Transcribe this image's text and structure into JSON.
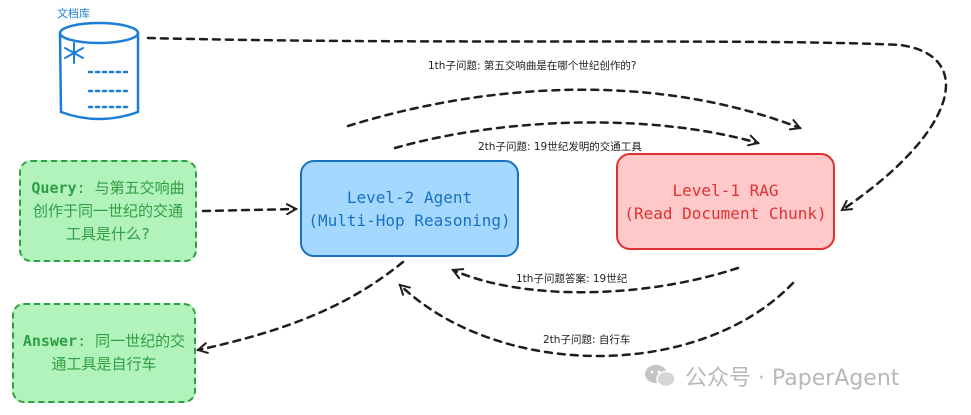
{
  "database": {
    "label": "文档库"
  },
  "query": {
    "prefix": "Query",
    "text": ": 与第五交响曲创作于同一世纪的交通工具是什么?"
  },
  "answer": {
    "prefix": "Answer",
    "text": ": 同一世纪的交通工具是自行车"
  },
  "agent": {
    "title": "Level-2 Agent",
    "subtitle": "(Multi-Hop Reasoning)"
  },
  "rag": {
    "title": "Level-1 RAG",
    "subtitle": "(Read Document Chunk)"
  },
  "edges": {
    "q1": "1th子问题: 第五交响曲是在哪个世纪创作的?",
    "q2": "2th子问题: 19世纪发明的交通工具",
    "a1": "1th子问题答案: 19世纪",
    "a2": "2th子问题: 自行车"
  },
  "watermark": {
    "text": "公众号 · PaperAgent"
  },
  "colors": {
    "green_fill": "#b2f2bb",
    "green_stroke": "#2f9e44",
    "blue_fill": "#a5d8ff",
    "blue_stroke": "#1971c2",
    "red_fill": "#ffc9c9",
    "red_stroke": "#e03131",
    "db_stroke": "#1c7ed6"
  },
  "icons": [
    "database-icon",
    "snowflake-icon",
    "wechat-icon"
  ]
}
